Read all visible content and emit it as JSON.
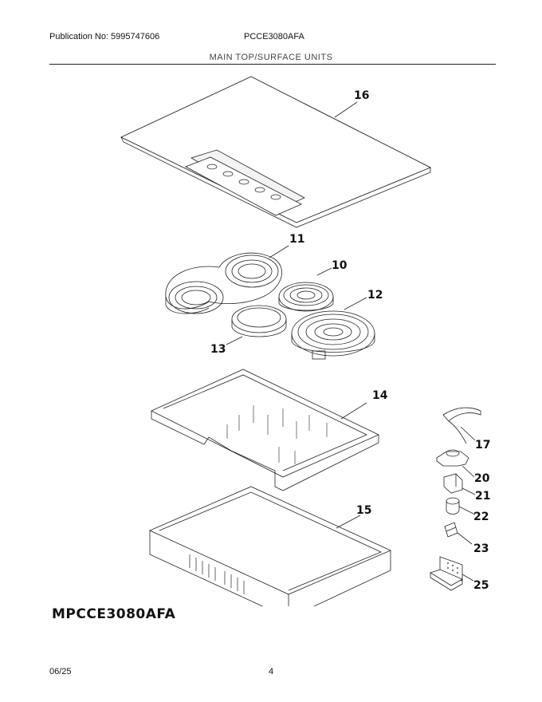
{
  "header": {
    "publication": "Publication No: 5995747606",
    "model_code": "PCCE3080AFA"
  },
  "section_title": "MAIN TOP/SURFACE UNITS",
  "callouts": {
    "c16": "16",
    "c11": "11",
    "c10": "10",
    "c12": "12",
    "c13": "13",
    "c14": "14",
    "c15": "15",
    "c17": "17",
    "c20": "20",
    "c21": "21",
    "c22": "22",
    "c23": "23",
    "c25": "25"
  },
  "model_label": "MPCCE3080AFA",
  "footer": {
    "date": "06/25",
    "page": "4"
  }
}
